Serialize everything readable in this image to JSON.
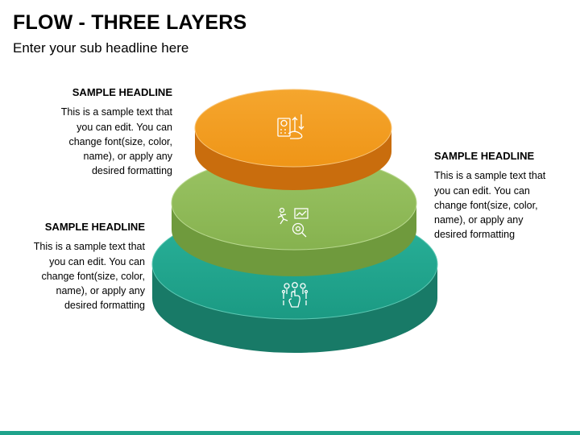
{
  "title": "FLOW - THREE LAYERS",
  "subtitle": "Enter your sub headline here",
  "layers": [
    {
      "name": "top",
      "color": "#f39c1f",
      "side_color": "#c96d0d",
      "icon": "finance-growth-icon"
    },
    {
      "name": "middle",
      "color": "#93be5b",
      "side_color": "#6f9a3d",
      "icon": "runner-analytics-icon"
    },
    {
      "name": "bottom",
      "color": "#21a68e",
      "side_color": "#187a67",
      "icon": "team-hand-icon"
    }
  ],
  "blocks": [
    {
      "headline": "SAMPLE HEADLINE",
      "lines": [
        "This is a sample text that",
        "you can edit. You can",
        "change font(size, color,",
        "name), or apply any",
        "desired formatting"
      ]
    },
    {
      "headline": "SAMPLE HEADLINE",
      "lines": [
        "This is a sample text that",
        "you can edit. You can",
        "change font(size, color,",
        "name), or apply any",
        "desired formatting"
      ]
    },
    {
      "headline": "SAMPLE HEADLINE",
      "lines": [
        "This is a sample text that",
        "you can edit. You can",
        "change font(size, color,",
        "name), or apply any",
        "desired formatting"
      ]
    }
  ],
  "accent_color": "#1fa38b"
}
